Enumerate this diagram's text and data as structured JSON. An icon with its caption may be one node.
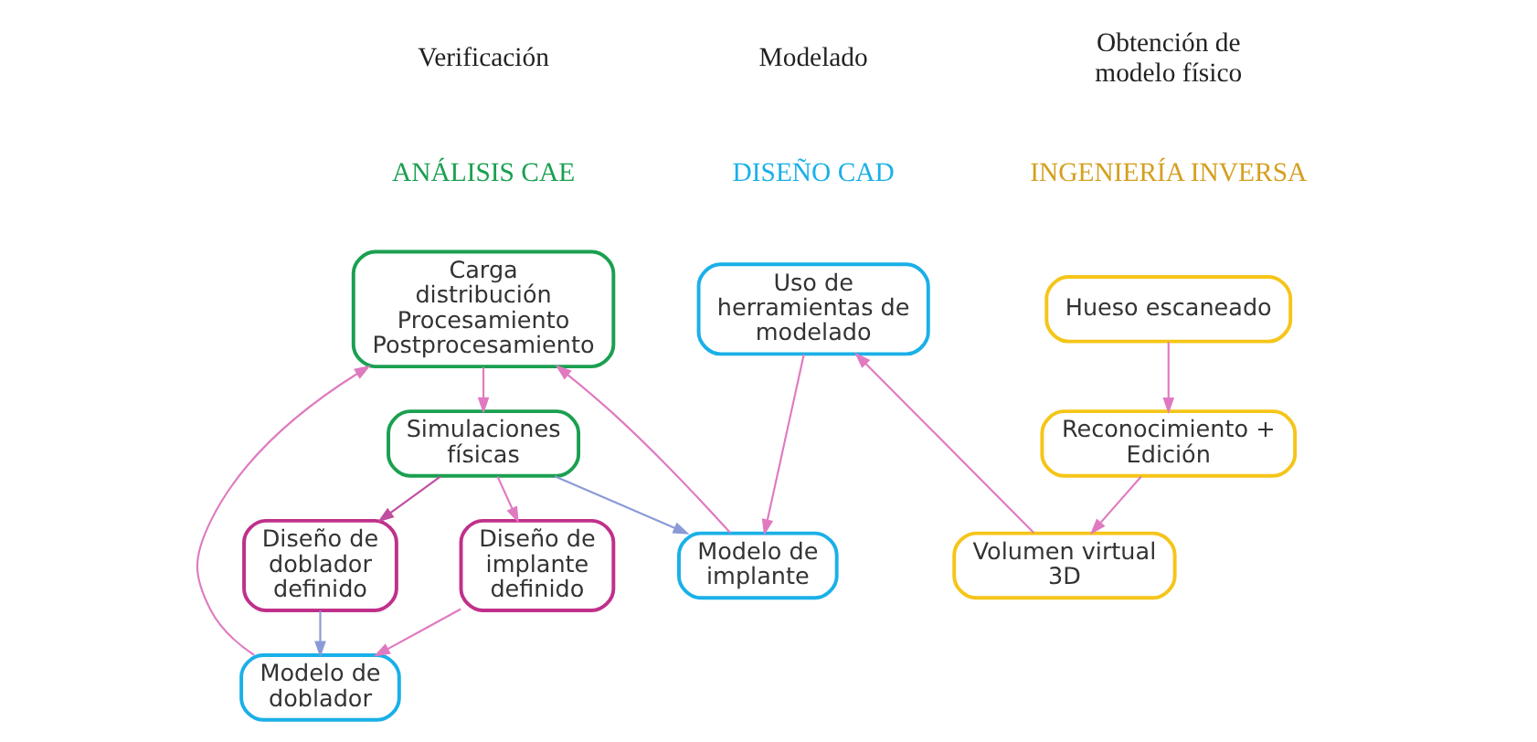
{
  "diagram": {
    "nodes": [
      {
        "text": [
          "Hueso escaneado"
        ]
      },
      {
        "text": [
          "Reconocimiento + Edición"
        ]
      },
      {
        "text": [
          "Volumen virtual 3D"
        ]
      },
      {
        "text": [
          "Uso de herramientas de modelado"
        ]
      },
      {
        "text": [
          "Modelo de implante"
        ]
      },
      {
        "text": [
          "Modelo de doblador"
        ]
      },
      {
        "text": [
          "Carga distribución",
          "Procesamiento",
          "Postprocesamiento"
        ]
      },
      {
        "text": [
          "Simulaciones físicas"
        ]
      },
      {
        "text": [
          "Diseño de implante definido"
        ]
      },
      {
        "text": [
          "Diseño de doblador definido"
        ]
      }
    ],
    "edges": [
      {
        "from": 0,
        "to": 1,
        "arrow": "to"
      },
      {
        "from": 1,
        "to": 2,
        "arrow": "to"
      },
      {
        "from": 2,
        "to": 3,
        "arrow": "to"
      },
      {
        "from": 3,
        "to": 4,
        "arrow": "to"
      },
      {
        "from": 4,
        "to": 6,
        "arrow": "to"
      },
      {
        "from": 5,
        "to": 6,
        "arrow": "to"
      },
      {
        "from": 6,
        "to": 7,
        "arrow": "to"
      },
      {
        "from": 7,
        "to": 8,
        "arrow": "to"
      },
      {
        "from": 7,
        "to": 4,
        "arrow": "to",
        "color": "#8a9ad8"
      },
      {
        "from": 7,
        "to": 9,
        "arrow": "to",
        "color": "#c04fa0"
      },
      {
        "from": 8,
        "to": 5,
        "arrow": "to"
      },
      {
        "from": 9,
        "to": 5,
        "arrow": "to",
        "color": "#8a9ad8"
      }
    ],
    "labels": [
      "Obtención de modelo físico",
      "Modelado",
      "Verificación",
      "INGENIERÍA INVERSA",
      "DISEÑO CAD",
      "ANÁLISIS CAE"
    ]
  }
}
